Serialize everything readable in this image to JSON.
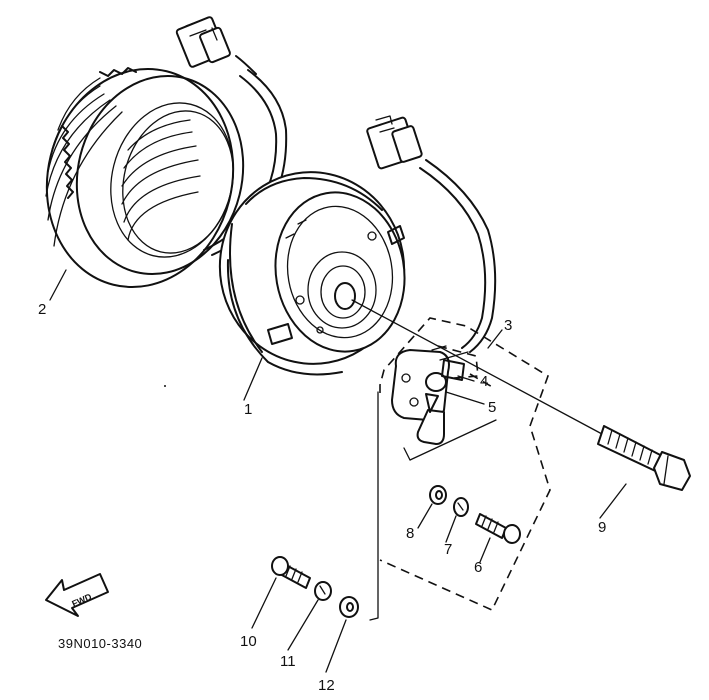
{
  "diagram": {
    "part_code": "39N010-3340",
    "fwd_label": "FWD",
    "callouts": [
      "1",
      "2",
      "3",
      "4",
      "5",
      "6",
      "7",
      "8",
      "9",
      "10",
      "11",
      "12"
    ],
    "icons": [
      "fwd-arrow-icon"
    ]
  }
}
